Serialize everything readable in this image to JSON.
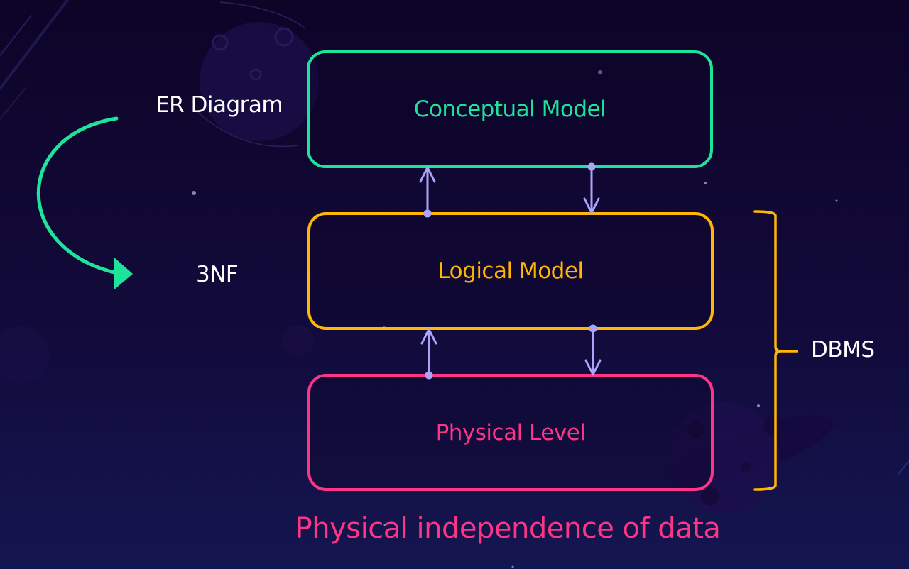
{
  "colors": {
    "conceptual": "#1de39b",
    "logical": "#ffb703",
    "physical": "#fe3585",
    "connector": "#aba4f7",
    "text": "#ffffff"
  },
  "levels": [
    {
      "id": "conceptual",
      "label": "Conceptual Model"
    },
    {
      "id": "logical",
      "label": "Logical Model"
    },
    {
      "id": "physical",
      "label": "Physical Level"
    }
  ],
  "side_labels": {
    "er_diagram": "ER Diagram",
    "normal_form": "3NF",
    "dbms": "DBMS"
  },
  "connectors": [
    {
      "from": "logical",
      "to": "conceptual",
      "direction": "up"
    },
    {
      "from": "conceptual",
      "to": "logical",
      "direction": "down"
    },
    {
      "from": "physical",
      "to": "logical",
      "direction": "up"
    },
    {
      "from": "logical",
      "to": "physical",
      "direction": "down"
    }
  ],
  "transform_arrow": {
    "from": "ER Diagram",
    "to": "3NF"
  },
  "brace": {
    "spans": [
      "logical",
      "physical"
    ],
    "label": "DBMS"
  },
  "caption": "Physical independence of data"
}
